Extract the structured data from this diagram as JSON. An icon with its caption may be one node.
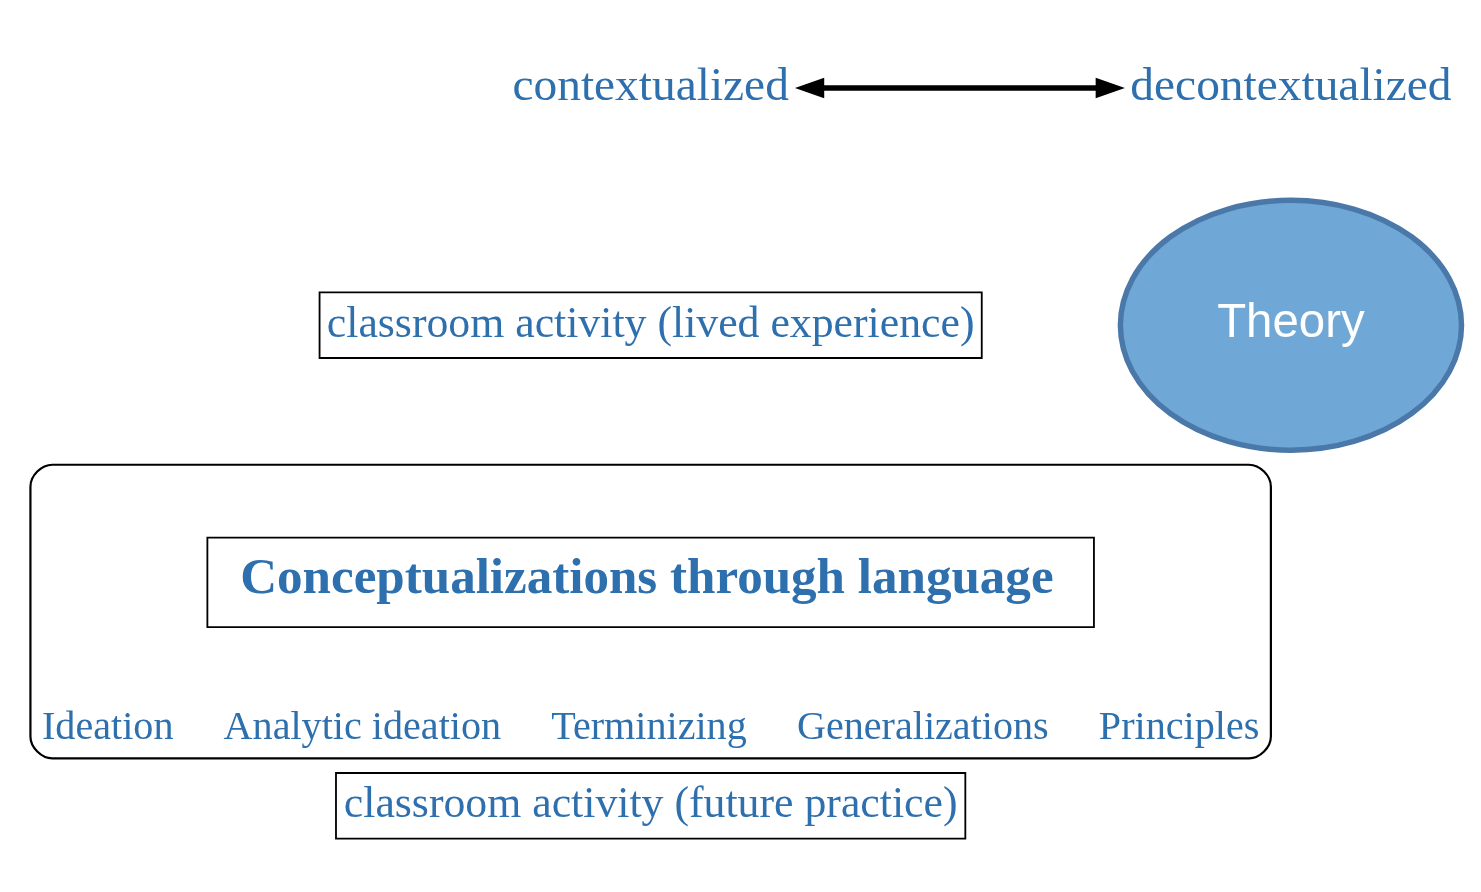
{
  "diagram": {
    "nodes": [
      {
        "text": [
          "contextualized"
        ]
      },
      {
        "text": [
          "decontextualized"
        ]
      },
      {
        "text": [
          "classroom activity (lived experience)"
        ]
      },
      {
        "text": [
          "Ideation",
          "Analytic ideation",
          "Terminizing",
          "Generalizations",
          "Principles"
        ]
      },
      {
        "text": [
          "Conceptualizations through language"
        ],
        "in": 3
      },
      {
        "text": [
          "Theory"
        ]
      },
      {
        "text": [
          "classroom activity (future practice)"
        ]
      }
    ],
    "edges": [
      {
        "from": 0,
        "to": 1,
        "arrow": "both"
      }
    ]
  }
}
